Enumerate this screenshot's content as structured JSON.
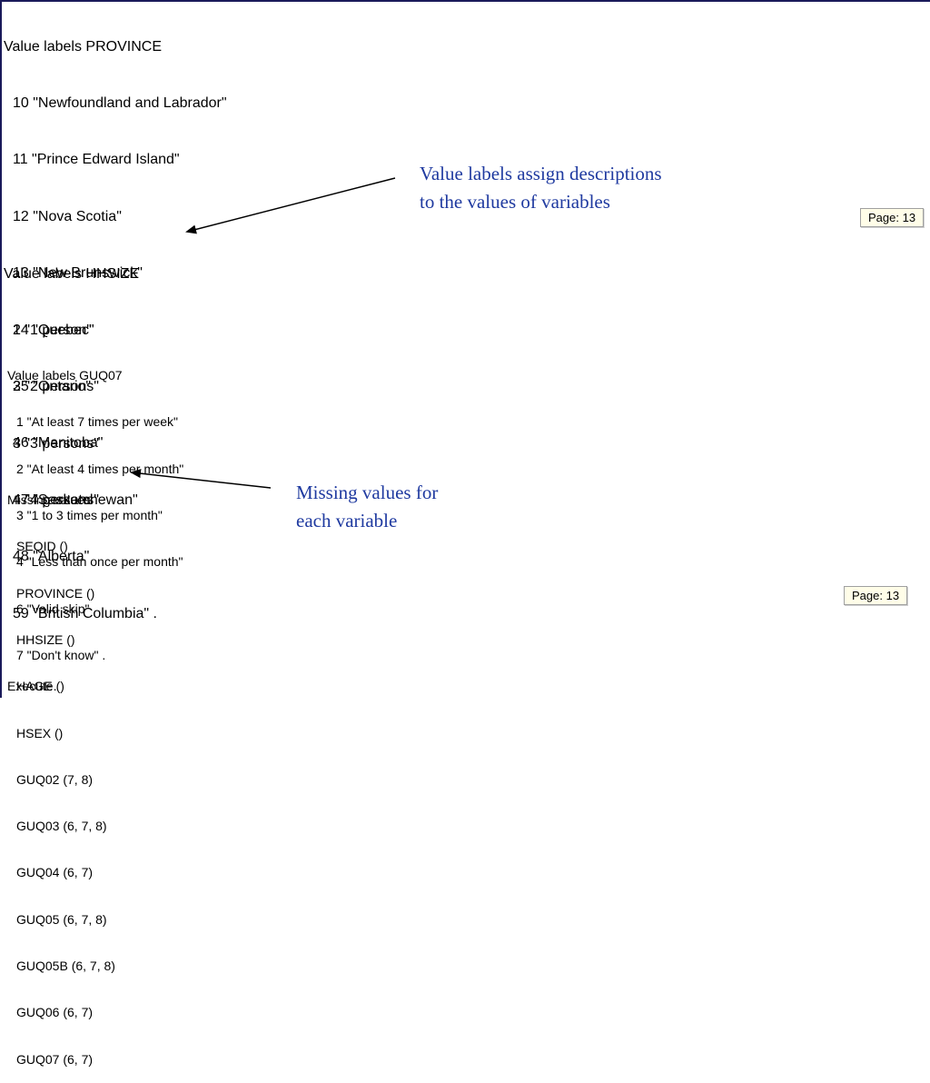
{
  "province_block": {
    "title": "Value labels PROVINCE",
    "items": [
      "10 \"Newfoundland and Labrador\"",
      "11 \"Prince Edward Island\"",
      "12 \"Nova Scotia\"",
      "13 \"New Brunswick\"",
      "24 \"Quebec\"",
      "35 \"Ontario\"",
      "46 \"Manitoba\"",
      "47 \"Saskatchewan\"",
      "48 \"Alberta\"",
      "59 \"British Columbia\" ."
    ]
  },
  "hhsize_block": {
    "title": "Value labels HHSIZE",
    "items": [
      "1 \"1 person\"",
      "2 \"2 persons\"",
      "3 \"3 persons\"",
      "4 \"4 persons\""
    ]
  },
  "guq07_block": {
    "title": "Value labels GUQ07",
    "items": [
      "1 \"At least 7 times per week\"",
      "2 \"At least 4 times per month\"",
      "3 \"1 to 3 times per month\"",
      "4 \"Less than once per month\"",
      "6 \"Valid skip\"",
      "7 \"Don't know\" ."
    ]
  },
  "missing_block": {
    "title": "Missing values",
    "items": [
      "SEQID ()",
      "PROVINCE ()",
      "HHSIZE ()",
      "HAGE ()",
      "HSEX ()",
      "GUQ02 (7, 8)",
      "GUQ03 (6, 7, 8)",
      "GUQ04 (6, 7)",
      "GUQ05 (6, 7, 8)",
      "GUQ05B (6, 7, 8)",
      "GUQ06 (6, 7)",
      "GUQ07 (6, 7)"
    ]
  },
  "execute": "Execute.",
  "callouts": {
    "value_labels": "Value labels assign descriptions\nto the values of variables",
    "missing_values": "Missing values for\neach variable"
  },
  "page_badges": [
    "Page: 13",
    "Page: 13"
  ],
  "colors": {
    "callout_text": "#1f3aa0",
    "frame": "#1a1a5a"
  }
}
